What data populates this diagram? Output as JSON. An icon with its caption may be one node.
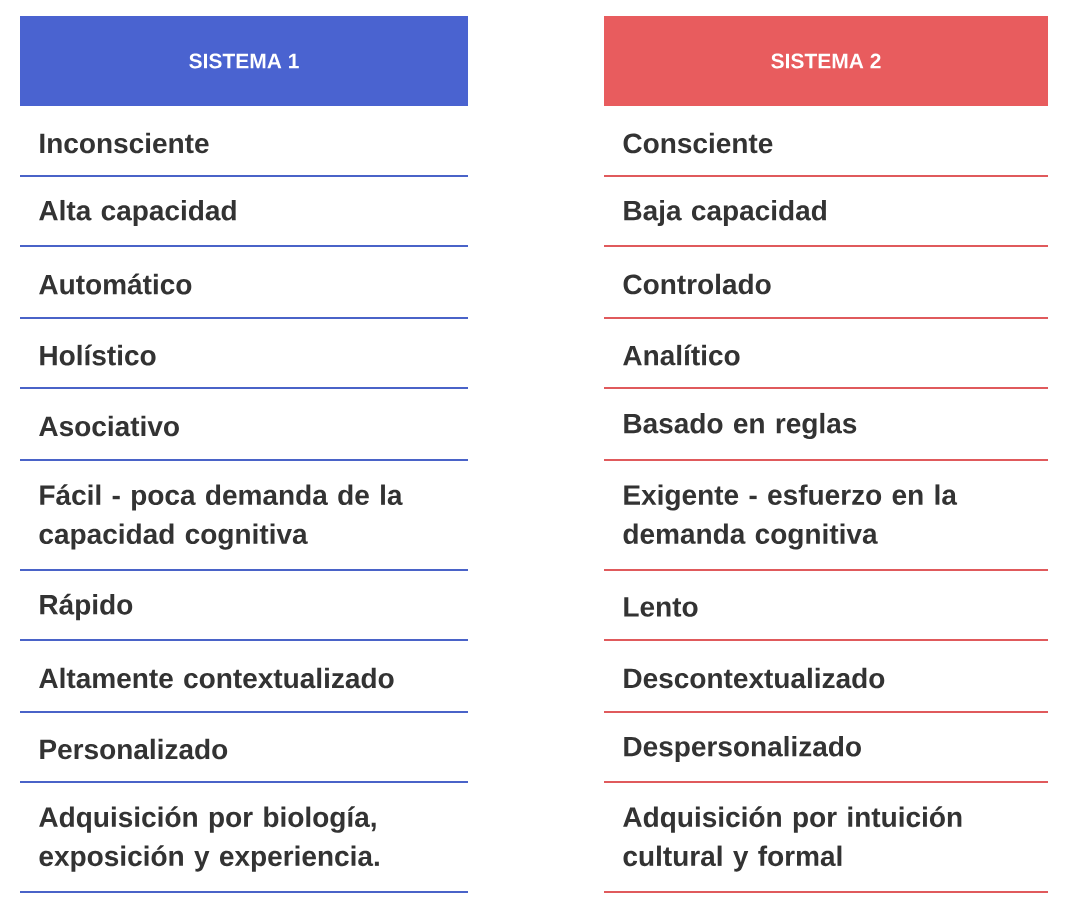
{
  "diagram": {
    "nodes": [
      {
        "text": [
          "SISTEMA 1"
        ]
      },
      {
        "text": [
          "SISTEMA 2"
        ]
      }
    ],
    "edges": [],
    "labels": [
      "Inconsciente",
      "Consciente",
      "Alta capacidad",
      "Baja capacidad",
      "Automático",
      "Controlado",
      "Holístico",
      "Analítico",
      "Asociativo",
      "Basado en reglas",
      "Fácil - poca demanda de la capacidad cognitiva",
      "Exigente - esfuerzo en la demanda cognitiva",
      "Rápido",
      "Lento",
      "Altamente contextualizado",
      "Descontextualizado",
      "Personalizado",
      "Despersonalizado",
      "Adquisición por biología, exposición y experiencia.",
      "Adquisición por intuición cultural y formal"
    ]
  }
}
